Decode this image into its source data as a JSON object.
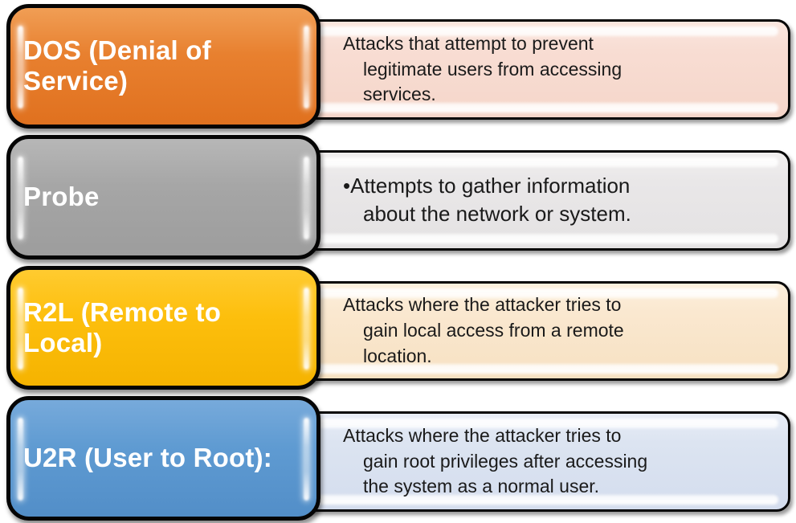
{
  "diagram": {
    "type": "attack-types-list",
    "colors": {
      "border": "#050505",
      "title_text": "#FFFFFF",
      "desc_text": "#1A1A1A",
      "dos_accent": "#E8802F",
      "probe_accent": "#A6A6A6",
      "r2l_accent": "#FDBF0D",
      "u2r_accent": "#5F9BD2",
      "dos_desc_bg": "#F8DDD3",
      "probe_desc_bg": "#E9E7E8",
      "r2l_desc_bg": "#FAE8D0",
      "u2r_desc_bg": "#DCE4F1"
    }
  },
  "rows": [
    {
      "id": "dos",
      "title": "DOS (Denial of Service)",
      "desc_lines": [
        "Attacks that attempt to prevent",
        "legitimate users from accessing",
        "services."
      ]
    },
    {
      "id": "probe",
      "title": "Probe",
      "desc_lines": [
        "•Attempts to gather information",
        "about the network or system."
      ]
    },
    {
      "id": "r2l",
      "title": "R2L (Remote to Local)",
      "desc_lines": [
        "Attacks where the attacker tries to",
        "gain local access from a remote",
        "location."
      ]
    },
    {
      "id": "u2r",
      "title": "U2R (User to Root):",
      "desc_lines": [
        "Attacks where the attacker tries to",
        "gain root privileges after accessing",
        "the system as a normal user."
      ]
    }
  ]
}
